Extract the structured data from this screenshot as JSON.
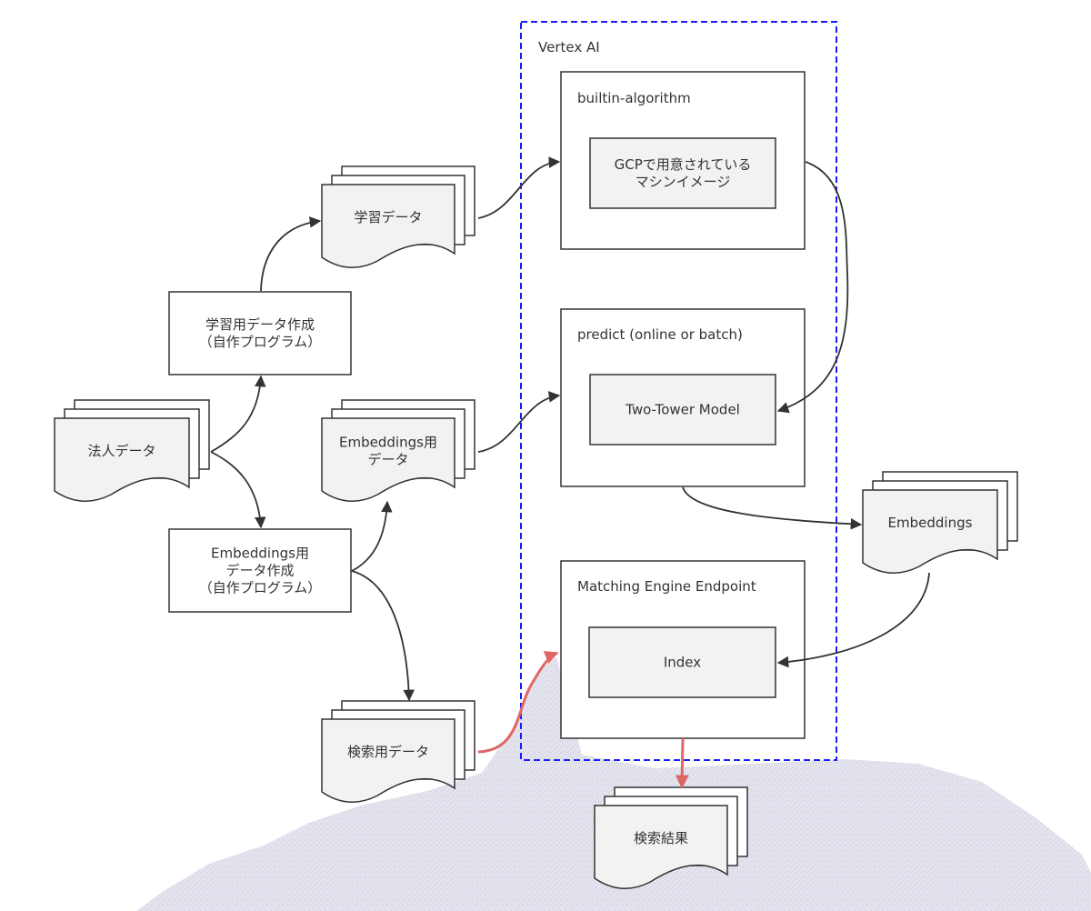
{
  "cluster": {
    "label": "Vertex AI"
  },
  "groups": {
    "builtin": {
      "label": "builtin-algorithm"
    },
    "predict": {
      "label": "predict (online or batch)"
    },
    "matching": {
      "label": "Matching Engine Endpoint"
    }
  },
  "nodes": {
    "gcp_image": {
      "lines": [
        "GCPで用意されている",
        "マシンイメージ"
      ]
    },
    "two_tower": {
      "lines": [
        "Two-Tower Model"
      ]
    },
    "index": {
      "lines": [
        "Index"
      ]
    },
    "corp_data": {
      "lines": [
        "法人データ"
      ]
    },
    "train_create": {
      "lines": [
        "学習用データ作成",
        "（自作プログラム）"
      ]
    },
    "train_data": {
      "lines": [
        "学習データ"
      ]
    },
    "emb_create": {
      "lines": [
        "Embeddings用",
        "データ作成",
        "（自作プログラム）"
      ]
    },
    "emb_data": {
      "lines": [
        "Embeddings用",
        "データ"
      ]
    },
    "search_data": {
      "lines": [
        "検索用データ"
      ]
    },
    "embeddings": {
      "lines": [
        "Embeddings"
      ]
    },
    "search_result": {
      "lines": [
        "検索結果"
      ]
    }
  },
  "colors": {
    "cluster_border": "#1a1aff",
    "highlight_edge": "#e06666",
    "node_fill": "#f2f2f2",
    "stroke": "#333333",
    "background_texture": "#d6d6e8"
  }
}
